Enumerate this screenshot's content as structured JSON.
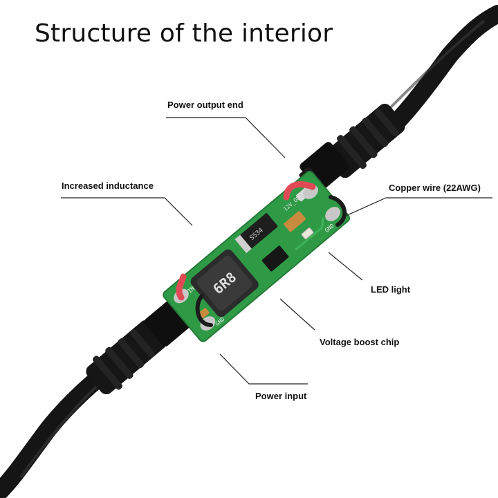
{
  "title": "Structure of the interior",
  "callouts": {
    "power_output_end": "Power output end",
    "increased_inductance": "Increased inductance",
    "copper_wire": "Copper wire (22AWG)",
    "led_light": "LED light",
    "voltage_boost_chip": "Voltage boost chip",
    "power_input": "Power input"
  },
  "board_marks": {
    "out_pad": "12V_OU",
    "gnd_pad_top": "GND",
    "in_pad": "IN",
    "gnd_pad_bottom": "GND",
    "inductor_code": "6R8",
    "diode_code": "SS34"
  },
  "colors": {
    "pcb": "#2f9a46",
    "cable": "#151515",
    "wire_red": "#e04a55",
    "text": "#111111",
    "leader": "#222222"
  }
}
